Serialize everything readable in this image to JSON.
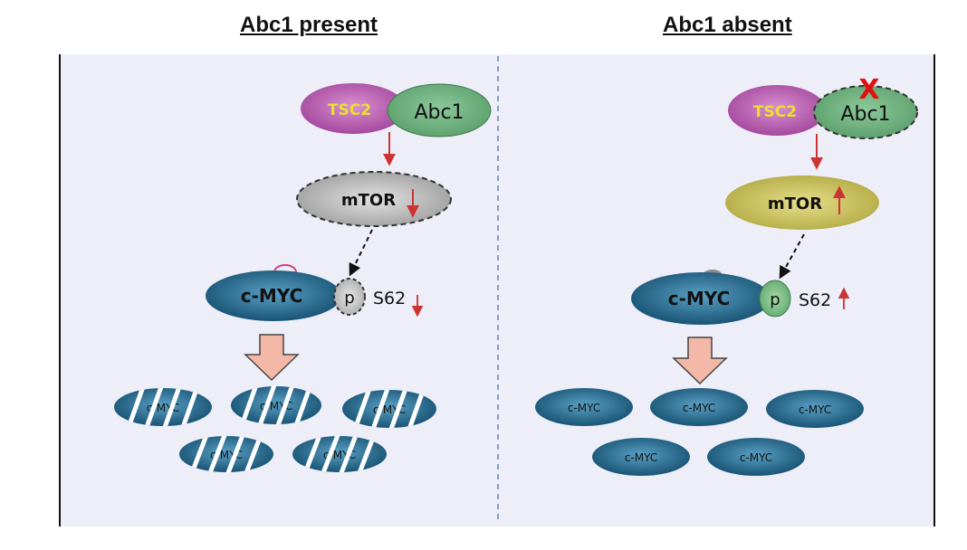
{
  "panels": {
    "left": {
      "title": "Abc1 present",
      "tsc2_label": "TSC2",
      "abc1_label": "Abc1",
      "mtor_label": "mTOR",
      "mtor_trend": "down",
      "cmyc_label": "c-MYC",
      "p_label": "p",
      "site_label": "S62",
      "site_trend": "down",
      "degraded_label": "c-MYC"
    },
    "right": {
      "title": "Abc1 absent",
      "tsc2_label": "TSC2",
      "abc1_label": "Abc1",
      "abc1_knockout_mark": "X",
      "mtor_label": "mTOR",
      "mtor_trend": "up",
      "cmyc_label": "c-MYC",
      "p_label": "p",
      "site_label": "S62",
      "site_trend": "up",
      "product_label": "c-MYC"
    }
  },
  "colors": {
    "background": "#eeeef8",
    "tsc2": "#b04ea8",
    "tsc2_text": "#e8e030",
    "abc1": "#6aae78",
    "mtor_left": "#c4c4c4",
    "mtor_right": "#c8c050",
    "cmyc": "#1e6890",
    "arrow_red": "#cc3333",
    "knockout": "#e01010",
    "block_arrow": "#f4b8a8"
  }
}
